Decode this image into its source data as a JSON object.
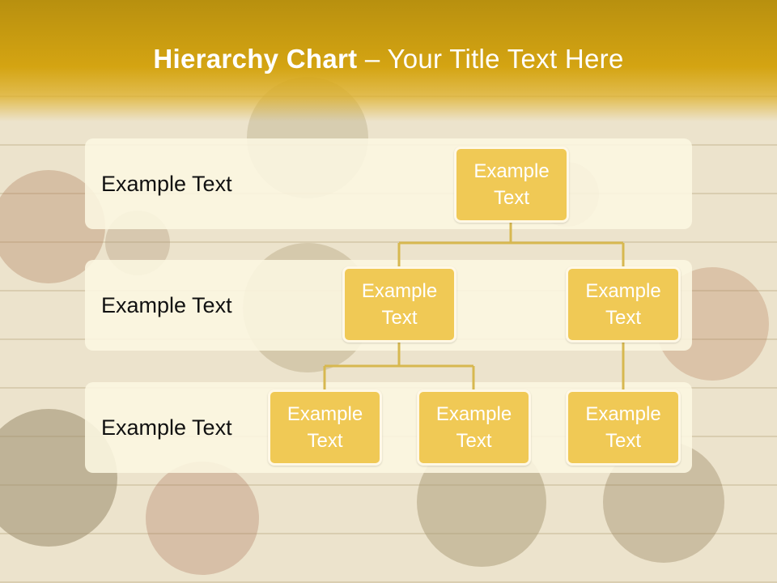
{
  "title": {
    "bold": "Hierarchy Chart",
    "rest": " – Your Title Text Here"
  },
  "levels": [
    {
      "label": "Example Text"
    },
    {
      "label": "Example Text"
    },
    {
      "label": "Example Text"
    }
  ],
  "nodes": {
    "root": {
      "line1": "Example",
      "line2": "Text"
    },
    "l2_left": {
      "line1": "Example",
      "line2": "Text"
    },
    "l2_right": {
      "line1": "Example",
      "line2": "Text"
    },
    "l3_a": {
      "line1": "Example",
      "line2": "Text"
    },
    "l3_b": {
      "line1": "Example",
      "line2": "Text"
    },
    "l3_c": {
      "line1": "Example",
      "line2": "Text"
    }
  },
  "colors": {
    "header": "#d4a412",
    "node": "#f0c955",
    "connector": "#d7b850",
    "band": "#fcf7e1"
  }
}
